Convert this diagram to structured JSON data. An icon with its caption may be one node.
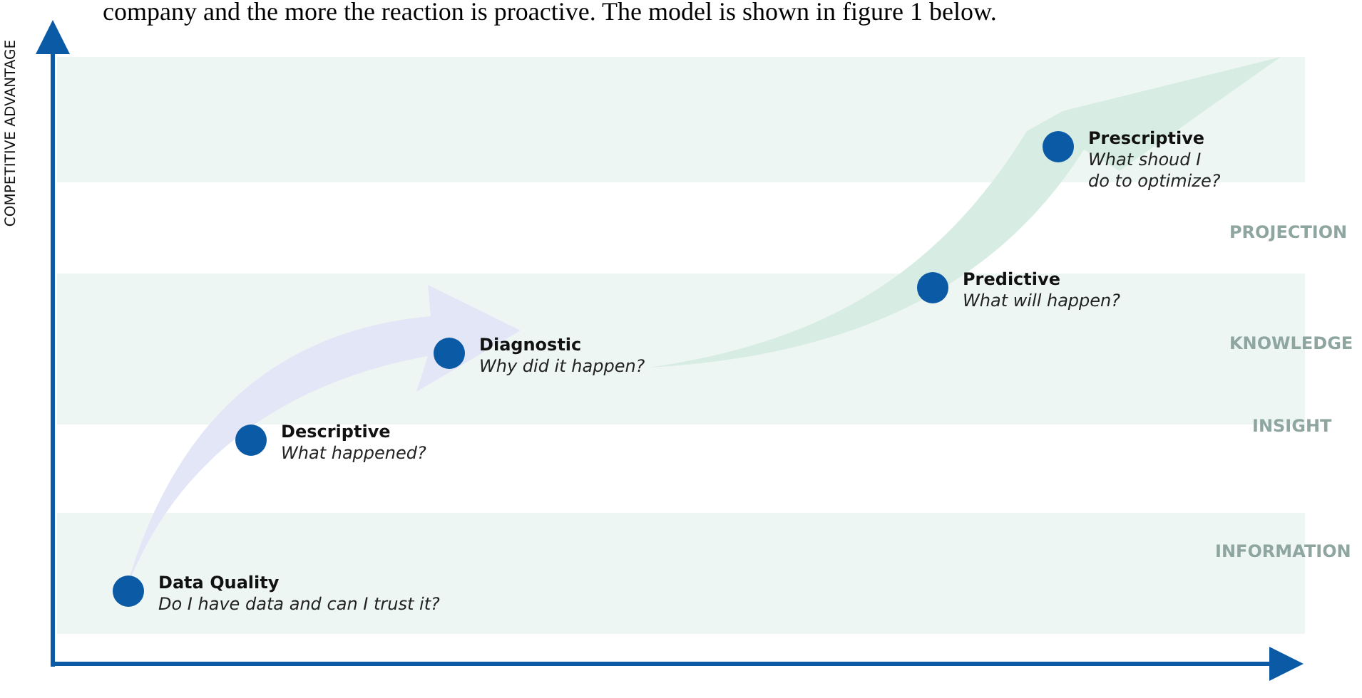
{
  "diagram": {
    "nodes": [
      {
        "text": [
          "Data Quality",
          "Do I have data and can I trust it?"
        ]
      },
      {
        "text": [
          "Descriptive",
          "What happened?"
        ]
      },
      {
        "text": [
          "Diagnostic",
          "Why did it happen?"
        ]
      },
      {
        "text": [
          "Predictive",
          "What will happen?"
        ]
      },
      {
        "text": [
          "Prescriptive",
          "What shoud I do to optimize?"
        ]
      }
    ],
    "labels": [
      "company and the more the reaction is proactive. The model is shown in figure 1 below.",
      "COMPETITIVE ADVANTAGE",
      "PROJECTION",
      "KNOWLEDGE",
      "INSIGHT",
      "INFORMATION"
    ]
  }
}
